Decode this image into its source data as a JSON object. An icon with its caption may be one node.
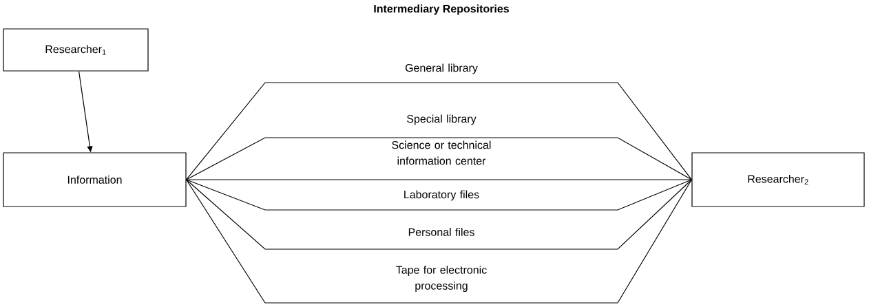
{
  "diagram": {
    "title": "Intermediary Repositories",
    "nodes": [
      {
        "text": [
          "Researcher$_{1}$"
        ]
      },
      {
        "text": [
          "Information"
        ]
      },
      {
        "text": [
          "Researcher$_{2}$"
        ]
      }
    ],
    "edges": [
      {
        "from": 0,
        "to": 1,
        "arrow": "to"
      },
      {
        "from": 1,
        "to": 2,
        "arrow": "none",
        "label": "General library"
      },
      {
        "from": 1,
        "to": 2,
        "arrow": "none",
        "label": "Special library"
      },
      {
        "from": 1,
        "to": 2,
        "arrow": "none",
        "label": "Science or technical information center"
      },
      {
        "from": 1,
        "to": 2,
        "arrow": "none",
        "label": "Laboratory files"
      },
      {
        "from": 1,
        "to": 2,
        "arrow": "none",
        "label": "Personal files"
      },
      {
        "from": 1,
        "to": 2,
        "arrow": "none",
        "label": "Tape for electronic processing"
      }
    ]
  }
}
